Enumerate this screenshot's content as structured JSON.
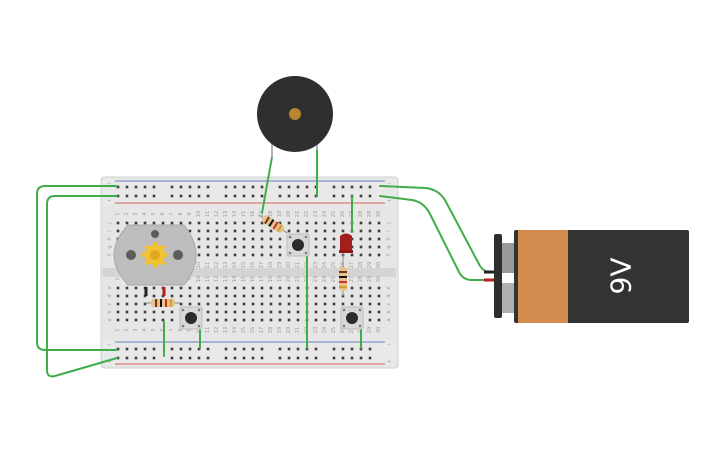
{
  "breadboard": {
    "column_numbers": [
      "1",
      "2",
      "3",
      "4",
      "5",
      "6",
      "7",
      "8",
      "9",
      "10",
      "11",
      "12",
      "13",
      "14",
      "15",
      "16",
      "17",
      "18",
      "19",
      "20",
      "21",
      "22",
      "23",
      "24",
      "25",
      "26",
      "27",
      "28",
      "29",
      "30"
    ],
    "top_row_letters": [
      "j",
      "i",
      "h",
      "g",
      "f"
    ],
    "bottom_row_letters": [
      "e",
      "d",
      "c",
      "b",
      "a"
    ],
    "rail_plus": "+",
    "rail_minus": "−"
  },
  "battery": {
    "label": "9V"
  },
  "colors": {
    "wire": "#3fae49",
    "breadboard": "#e4e4e4",
    "battery_body": "#333333",
    "battery_label_band": "#d48b4e",
    "led": "#a51e1e",
    "buzzer": "#2f2f2f",
    "motor": "#bdbdbd"
  },
  "components": [
    {
      "name": "dc-motor",
      "icon": "motor-icon"
    },
    {
      "name": "piezo-buzzer",
      "icon": "buzzer-icon"
    },
    {
      "name": "red-led",
      "icon": "led-icon"
    },
    {
      "name": "push-button",
      "icon": "button-icon"
    },
    {
      "name": "resistor",
      "icon": "resistor-icon"
    },
    {
      "name": "9v-battery",
      "icon": "battery-icon"
    }
  ]
}
